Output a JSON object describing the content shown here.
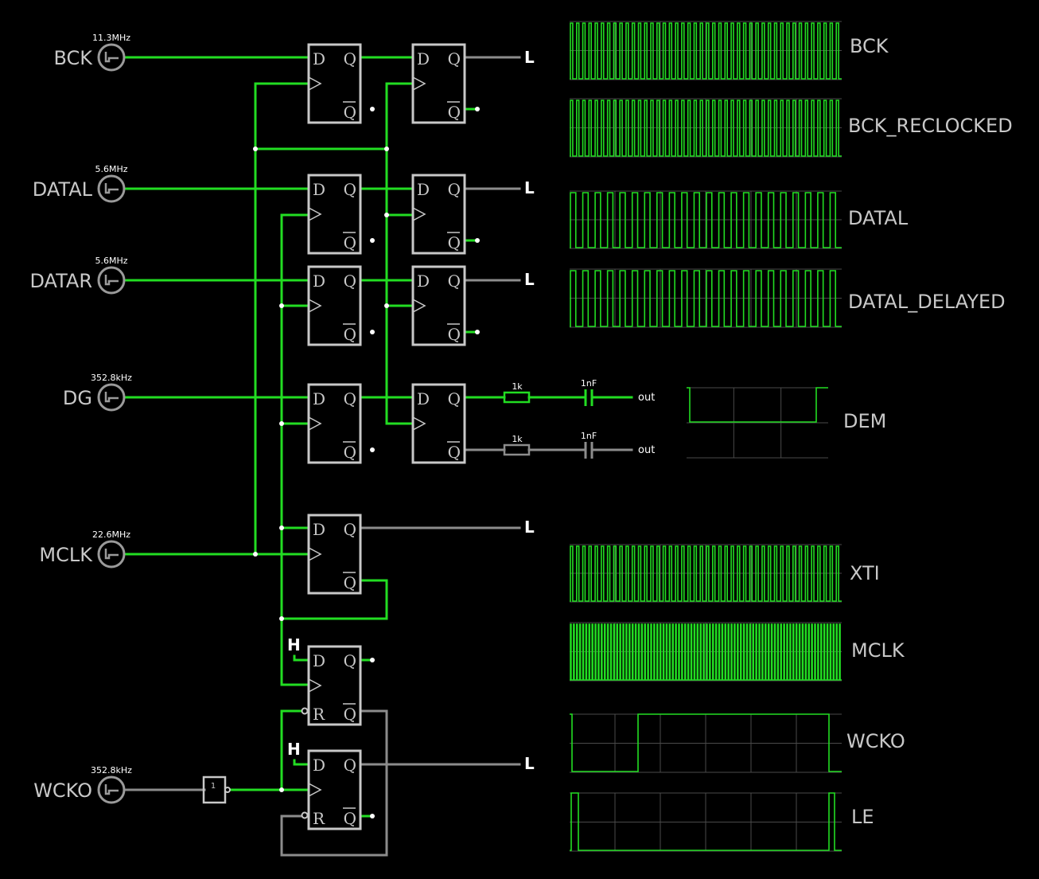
{
  "colors": {
    "background": "#000000",
    "wire_active": "#22dd22",
    "wire_inactive": "#8c8c8c",
    "component": "#c8c8c8",
    "scope_grid": "#4a4a4a",
    "label": "#c8c8c8",
    "logic_label": "#ffffff"
  },
  "sources": [
    {
      "name": "BCK",
      "freq": "11.3MHz"
    },
    {
      "name": "DATAL",
      "freq": "5.6MHz"
    },
    {
      "name": "DATAR",
      "freq": "5.6MHz"
    },
    {
      "name": "DG",
      "freq": "352.8kHz"
    },
    {
      "name": "MCLK",
      "freq": "22.6MHz"
    },
    {
      "name": "WCKO",
      "freq": "352.8kHz"
    }
  ],
  "flipflop_pins": {
    "d": "D",
    "q": "Q",
    "qbar": "Q",
    "r": "R"
  },
  "logic_labels": {
    "low": "L",
    "high": "H"
  },
  "inverter_label": "1",
  "filter": {
    "resistor": "1k",
    "capacitor": "1nF",
    "output": "out"
  },
  "scopes": [
    {
      "label": "BCK",
      "kind": "square",
      "cycles": 44
    },
    {
      "label": "BCK_RECLOCKED",
      "kind": "square",
      "cycles": 44
    },
    {
      "label": "DATAL",
      "kind": "square",
      "cycles": 22
    },
    {
      "label": "DATAL_DELAYED",
      "kind": "square",
      "cycles": 22
    },
    {
      "label": "DEM",
      "kind": "pulse"
    },
    {
      "label": "XTI",
      "kind": "square",
      "cycles": 44
    },
    {
      "label": "MCLK",
      "kind": "square",
      "cycles": 88
    },
    {
      "label": "WCKO",
      "kind": "step"
    },
    {
      "label": "LE",
      "kind": "edges"
    }
  ]
}
